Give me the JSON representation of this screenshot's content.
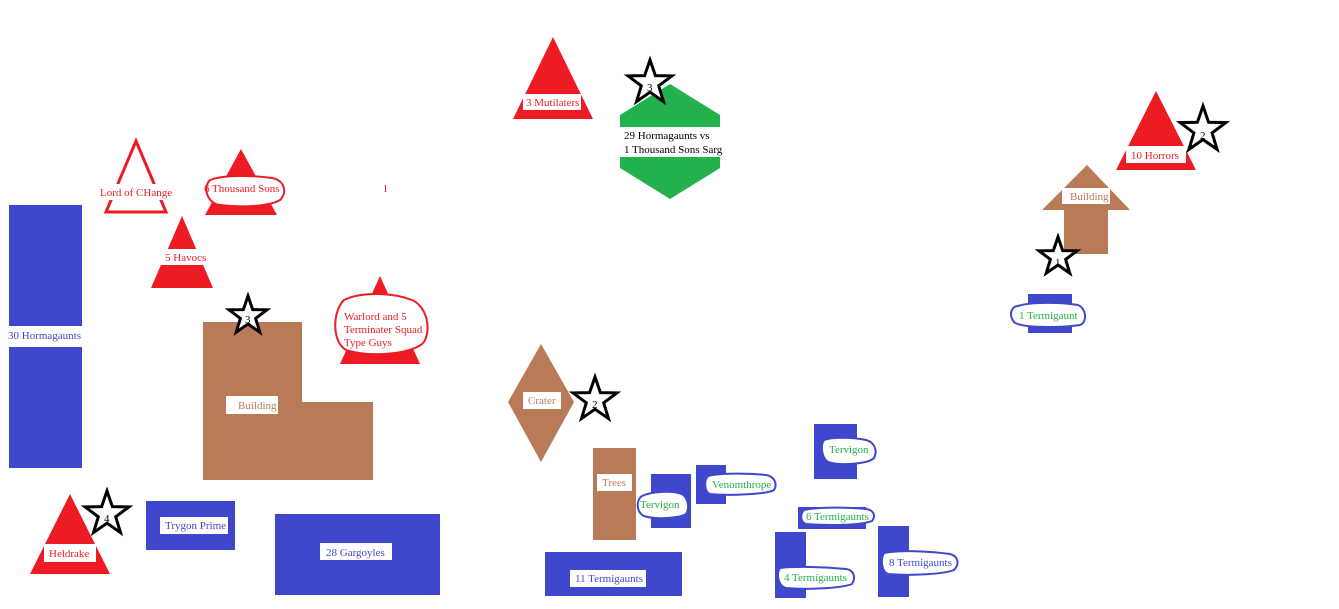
{
  "colors": {
    "red_army": "#ed1c24",
    "blue_army": "#3f48cc",
    "terrain": "#b97a57",
    "objective_highlight": "#22b14c",
    "blue_label": "#3f48cc",
    "green_label": "#22b14c",
    "red_label": "#ed1c24",
    "terrain_label": "#b97a57"
  },
  "icons": {
    "objective": "star-icon"
  },
  "red_units": {
    "mutilaters": "3 Mutilaters",
    "lord_of_change": "Lord of CHange",
    "thousand_sons": "6 Thousand Sons",
    "havocs": "5 Havocs",
    "warlord_line1": "Warlord and 5",
    "warlord_line2": "Terminater Squad",
    "warlord_line3": "Type Guys",
    "horrors": "10 Horrors",
    "heldrake": "Heldrake",
    "stray_mark": "l"
  },
  "blue_units": {
    "hormagaunts_30": "30 Hormagaunts",
    "trygon_prime": "Trygon Prime",
    "gargoyles": "28 Gargoyles",
    "termigaunts_11": "11 Termigaunts",
    "termigaunt_1": "1 Termigaunt",
    "tervigon_a": "Tervigon",
    "tervigon_b": "Tervigon",
    "venomthrope": "Venomthrope",
    "termigaunts_6": "6 Termigaunts",
    "termigaunts_4": "4 Termigaunts",
    "termigaunts_8": "8 Termigaunts"
  },
  "terrain": {
    "building_left": "Building",
    "building_right": "Building",
    "crater": "Crater",
    "trees": "Trees"
  },
  "objective_zone": {
    "line1": "29 Hormagaunts vs",
    "line2": "1 Thousand Sons Sarg"
  },
  "objectives": {
    "obj_3_top": "3",
    "obj_2_right": "2",
    "obj_1_right": "1",
    "obj_3_left": "3",
    "obj_2_crater": "2",
    "obj_4_left": "4"
  }
}
